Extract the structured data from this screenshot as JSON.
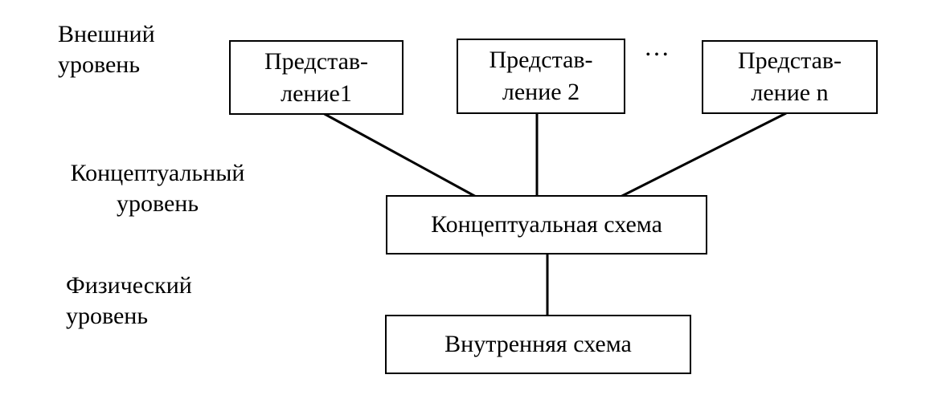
{
  "labels": {
    "external": {
      "line1": "Внешний",
      "line2": "уровень"
    },
    "conceptual": {
      "line1": "Концептуальный",
      "line2": "уровень"
    },
    "physical": {
      "line1": "Физический",
      "line2": "уровень"
    }
  },
  "views": [
    {
      "line1": "Представ-",
      "line2": "ление1"
    },
    {
      "line1": "Представ-",
      "line2": "ление 2"
    },
    {
      "line1": "Представ-",
      "line2": "ление n"
    }
  ],
  "ellipsis": "…",
  "conceptual_schema": "Концептуальная схема",
  "internal_schema": "Внутренняя схема",
  "colors": {
    "background": "#ffffff",
    "line": "#000000",
    "text": "#000000"
  }
}
